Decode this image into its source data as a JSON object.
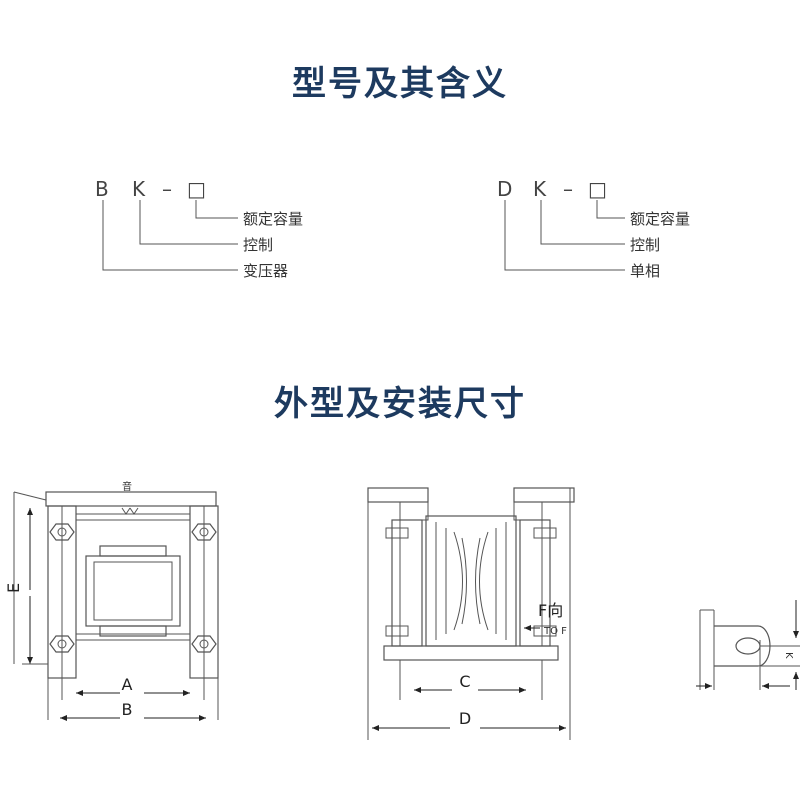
{
  "sections": {
    "model_title": "型号及其含义",
    "dims_title": "外型及安装尺寸"
  },
  "model_bk": {
    "code": [
      "B",
      "K",
      "–",
      "□"
    ],
    "labels": [
      "额定容量",
      "控制",
      "变压器"
    ]
  },
  "model_dk": {
    "code": [
      "D",
      "K",
      "–",
      "□"
    ],
    "labels": [
      "额定容量",
      "控制",
      "单相"
    ]
  },
  "front_view": {
    "dim_a": "A",
    "dim_b": "B",
    "dim_e": "E",
    "top_mark": "音"
  },
  "side_view": {
    "dim_c": "C",
    "dim_d": "D",
    "f_dir": "F向",
    "to_f": "TO F"
  },
  "terminal_view": {
    "dim_k": "K"
  }
}
